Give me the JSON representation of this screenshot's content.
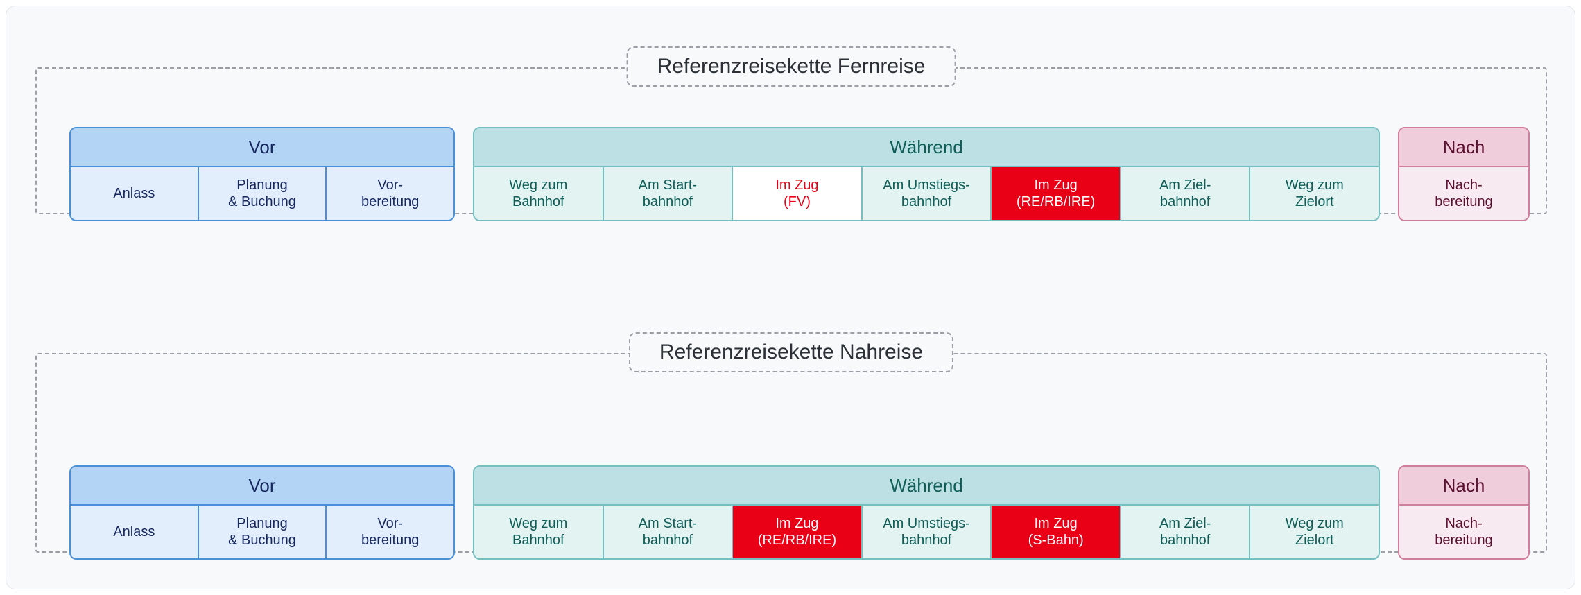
{
  "diagram": {
    "background_color": "#f7f9fb",
    "accent_red": "#ea0016",
    "accent_blue": "#4a90d9",
    "accent_teal": "#76bfc0",
    "accent_pink": "#cf7e9b"
  },
  "panels": [
    {
      "title": "Referenzreisekette Fernreise",
      "groups": [
        {
          "id": "vor",
          "header": "Vor",
          "color": "blue",
          "cells": [
            {
              "label": "Anlass",
              "state": "normal"
            },
            {
              "label": "Planung\n& Buchung",
              "state": "normal"
            },
            {
              "label": "Vor-\nbereitung",
              "state": "normal"
            }
          ]
        },
        {
          "id": "waehrend",
          "header": "Während",
          "color": "teal",
          "cells": [
            {
              "label": "Weg zum\nBahnhof",
              "state": "normal"
            },
            {
              "label": "Am Start-\nbahnhof",
              "state": "normal"
            },
            {
              "label": "Im Zug\n(FV)",
              "state": "white-red-text"
            },
            {
              "label": "Am Umstiegs-\nbahnhof",
              "state": "normal"
            },
            {
              "label": "Im Zug\n(RE/RB/IRE)",
              "state": "red"
            },
            {
              "label": "Am Ziel-\nbahnhof",
              "state": "normal"
            },
            {
              "label": "Weg zum\nZielort",
              "state": "normal"
            }
          ]
        },
        {
          "id": "nach",
          "header": "Nach",
          "color": "pink",
          "cells": [
            {
              "label": "Nach-\nbereitung",
              "state": "normal"
            }
          ]
        }
      ]
    },
    {
      "title": "Referenzreisekette Nahreise",
      "groups": [
        {
          "id": "vor",
          "header": "Vor",
          "color": "blue",
          "cells": [
            {
              "label": "Anlass",
              "state": "normal"
            },
            {
              "label": "Planung\n& Buchung",
              "state": "normal"
            },
            {
              "label": "Vor-\nbereitung",
              "state": "normal"
            }
          ]
        },
        {
          "id": "waehrend",
          "header": "Während",
          "color": "teal",
          "cells": [
            {
              "label": "Weg zum\nBahnhof",
              "state": "normal"
            },
            {
              "label": "Am Start-\nbahnhof",
              "state": "normal"
            },
            {
              "label": "Im Zug\n(RE/RB/IRE)",
              "state": "red"
            },
            {
              "label": "Am Umstiegs-\nbahnhof",
              "state": "normal"
            },
            {
              "label": "Im Zug\n(S-Bahn)",
              "state": "red"
            },
            {
              "label": "Am Ziel-\nbahnhof",
              "state": "normal"
            },
            {
              "label": "Weg zum\nZielort",
              "state": "normal"
            }
          ]
        },
        {
          "id": "nach",
          "header": "Nach",
          "color": "pink",
          "cells": [
            {
              "label": "Nach-\nbereitung",
              "state": "normal"
            }
          ]
        }
      ]
    }
  ]
}
